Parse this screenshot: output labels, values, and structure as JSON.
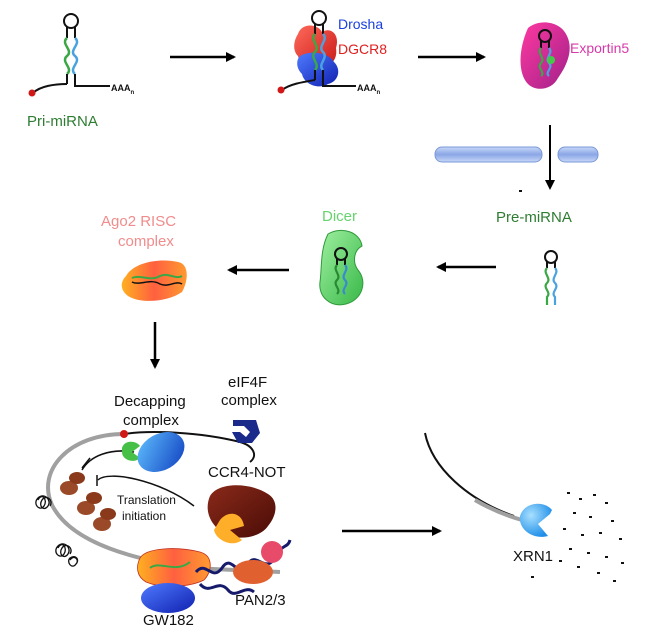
{
  "labels": {
    "pri_mirna": "Pri-miRNA",
    "drosha": "Drosha",
    "dgcr8": "DGCR8",
    "exportin5": "Exportin5",
    "pre_mirna": "Pre-miRNA",
    "dicer": "Dicer",
    "ago2_line1": "Ago2 RISC",
    "ago2_line2": "complex",
    "decapping_line1": "Decapping",
    "decapping_line2": "complex",
    "eif4f_line1": "eIF4F",
    "eif4f_line2": "complex",
    "ccr4_not": "CCR4-NOT",
    "translation_line1": "Translation",
    "translation_line2": "initiation",
    "gw182": "GW182",
    "pan23": "PAN2/3",
    "xrn1": "XRN1",
    "polya_1": "AAA",
    "polya_2": "AAA",
    "polya_sub": "n"
  },
  "colors": {
    "green_label": "#2e7d32",
    "dicer_label": "#66d36e",
    "ago2_label": "#f08c8c",
    "drosha_label": "#1a3fe0",
    "dgcr8_label": "#e02020",
    "exportin_label": "#d63aa8",
    "rna": "#111111",
    "strand_green": "#3aa845",
    "strand_blue": "#4aa3e0",
    "membrane": "#9db8ec"
  }
}
